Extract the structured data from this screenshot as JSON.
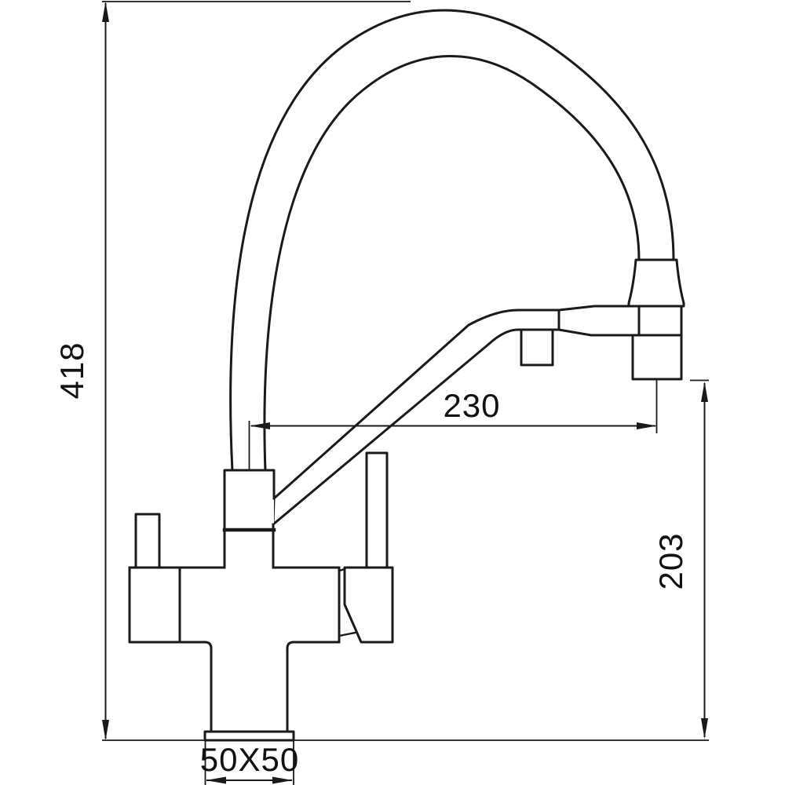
{
  "page": {
    "background": "#ffffff"
  },
  "drawing": {
    "kind": "faucet-dimension-drawing",
    "line_color": "#1a1a1a",
    "labels": {
      "overall_height": "418",
      "spout_reach": "230",
      "outlet_height": "203",
      "base_size": "50X50"
    }
  }
}
